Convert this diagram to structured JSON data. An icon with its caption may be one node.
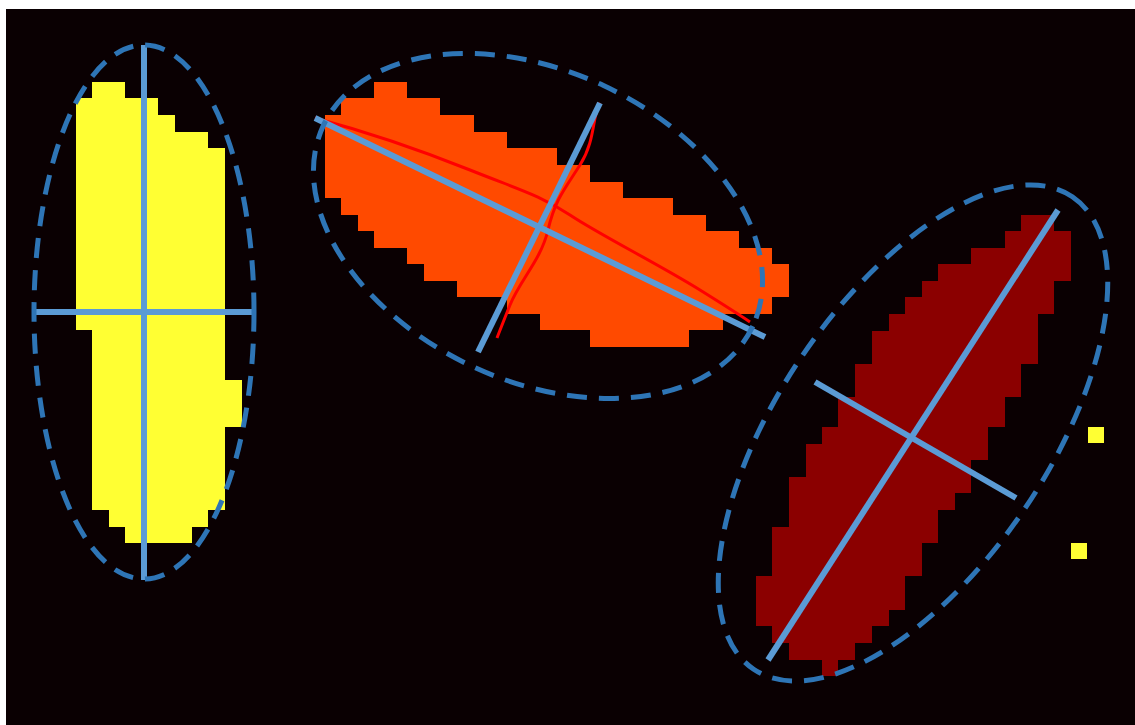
{
  "diagram": {
    "nodes": [
      {
        "text": [],
        "shape": "ellipse"
      },
      {
        "text": [],
        "shape": "ellipse"
      },
      {
        "text": [],
        "shape": "ellipse"
      }
    ]
  }
}
